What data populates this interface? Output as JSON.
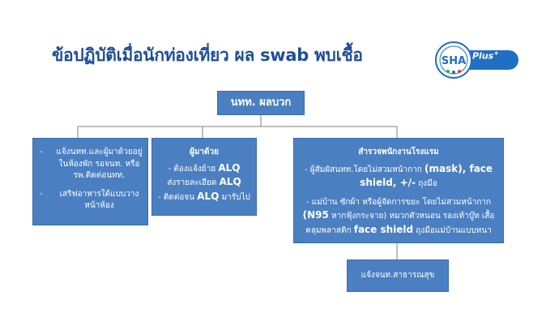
{
  "title": "ข้อปฏิบัติเมื่อนักท่องเที่ยว ผล swab พบเชื้อ",
  "root": {
    "label": "นทท. ผลบวก"
  },
  "left_box": {
    "items": [
      "แจ้งนทท.และผู้มาด้วยอยู่ในห้องพัก รอจนท. หรือรพ.ติดต่อนทท.",
      "เสริฟอาหารใต้แบบวางหน้าห้อง"
    ]
  },
  "middle_box": {
    "heading": "ผู้มาด้วย",
    "lines": [
      {
        "text": "- ต้องแจ้งย้าย ",
        "em": "ALQ"
      },
      {
        "text": "ส่งรายละเอียด ",
        "em": "ALQ"
      },
      {
        "text": "- ติดต่อจน ",
        "em": "ALQ",
        "tail": " มารับไป"
      }
    ]
  },
  "right_box": {
    "heading": "สำรวจพนักงานโรงแรม",
    "para1_text": "- ผู้สัมผัสนทท.โดยไม่สวมหน้ากาก ",
    "para1_em1": "(mask), face shield, +/-",
    "para1_tail": " ถุงมือ",
    "para2_text": "- แม่บ้าน ซักผ้า หรือผู้จัดการขยะ โดยไม่สวมหน้ากาก ",
    "para2_em1": "(N95",
    "para2_mid": " หากฟุ้งกระจาย) หมวกตัวหนอน รองเท้าบู๊ท เสื้อคลุมพลาสติก ",
    "para2_em2": "face shield",
    "para2_tail": " ถุงมือแม่บ้านแบบหนา"
  },
  "bottom_box": {
    "label": "แจ้งจนท.สาธารณสุข"
  },
  "logo": {
    "text": "SHA",
    "plus": "Plus",
    "icon": "sha-plus-logo"
  },
  "colors": {
    "box_fill": "#4a7fc1",
    "title": "#1f4e9a",
    "connector": "#7f7f7f"
  }
}
